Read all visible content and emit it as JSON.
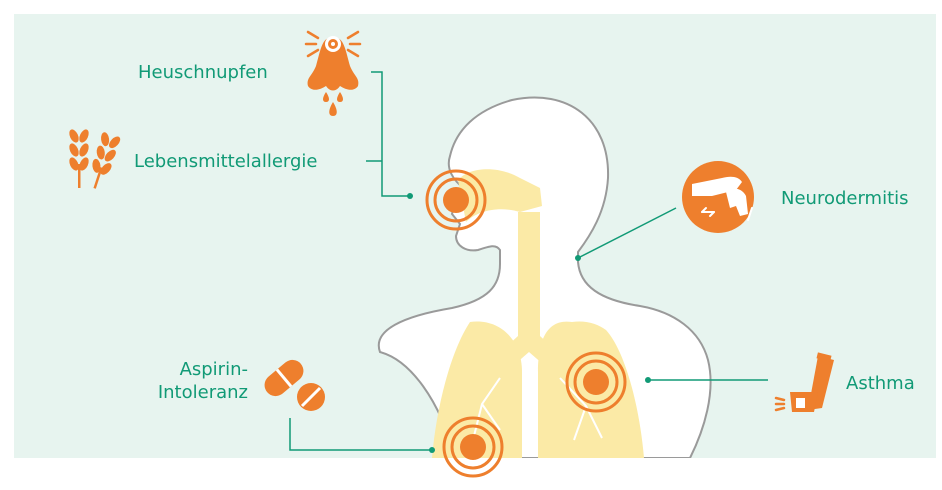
{
  "colors": {
    "background": "#e7f4ef",
    "body_fill": "#ffffff",
    "body_stroke": "#9a9a9a",
    "organ_fill": "#fbeaa6",
    "accent_orange": "#ee7f2d",
    "line_green": "#119a76",
    "label_green": "#119a76"
  },
  "labels": {
    "heuschnupfen": "Heuschnupfen",
    "lebensmittelallergie": "Lebensmittelallergie",
    "neurodermitis": "Neurodermitis",
    "asthma": "Asthma",
    "aspirin_line1": "Aspirin-",
    "aspirin_line2": "Intoleranz"
  },
  "icons": {
    "heuschnupfen": "sneezing-nose-icon",
    "lebensmittelallergie": "wheat-icon",
    "neurodermitis": "scratching-arm-icon",
    "asthma": "inhaler-icon",
    "aspirin": "pills-icon",
    "target": "concentric-target-icon"
  }
}
